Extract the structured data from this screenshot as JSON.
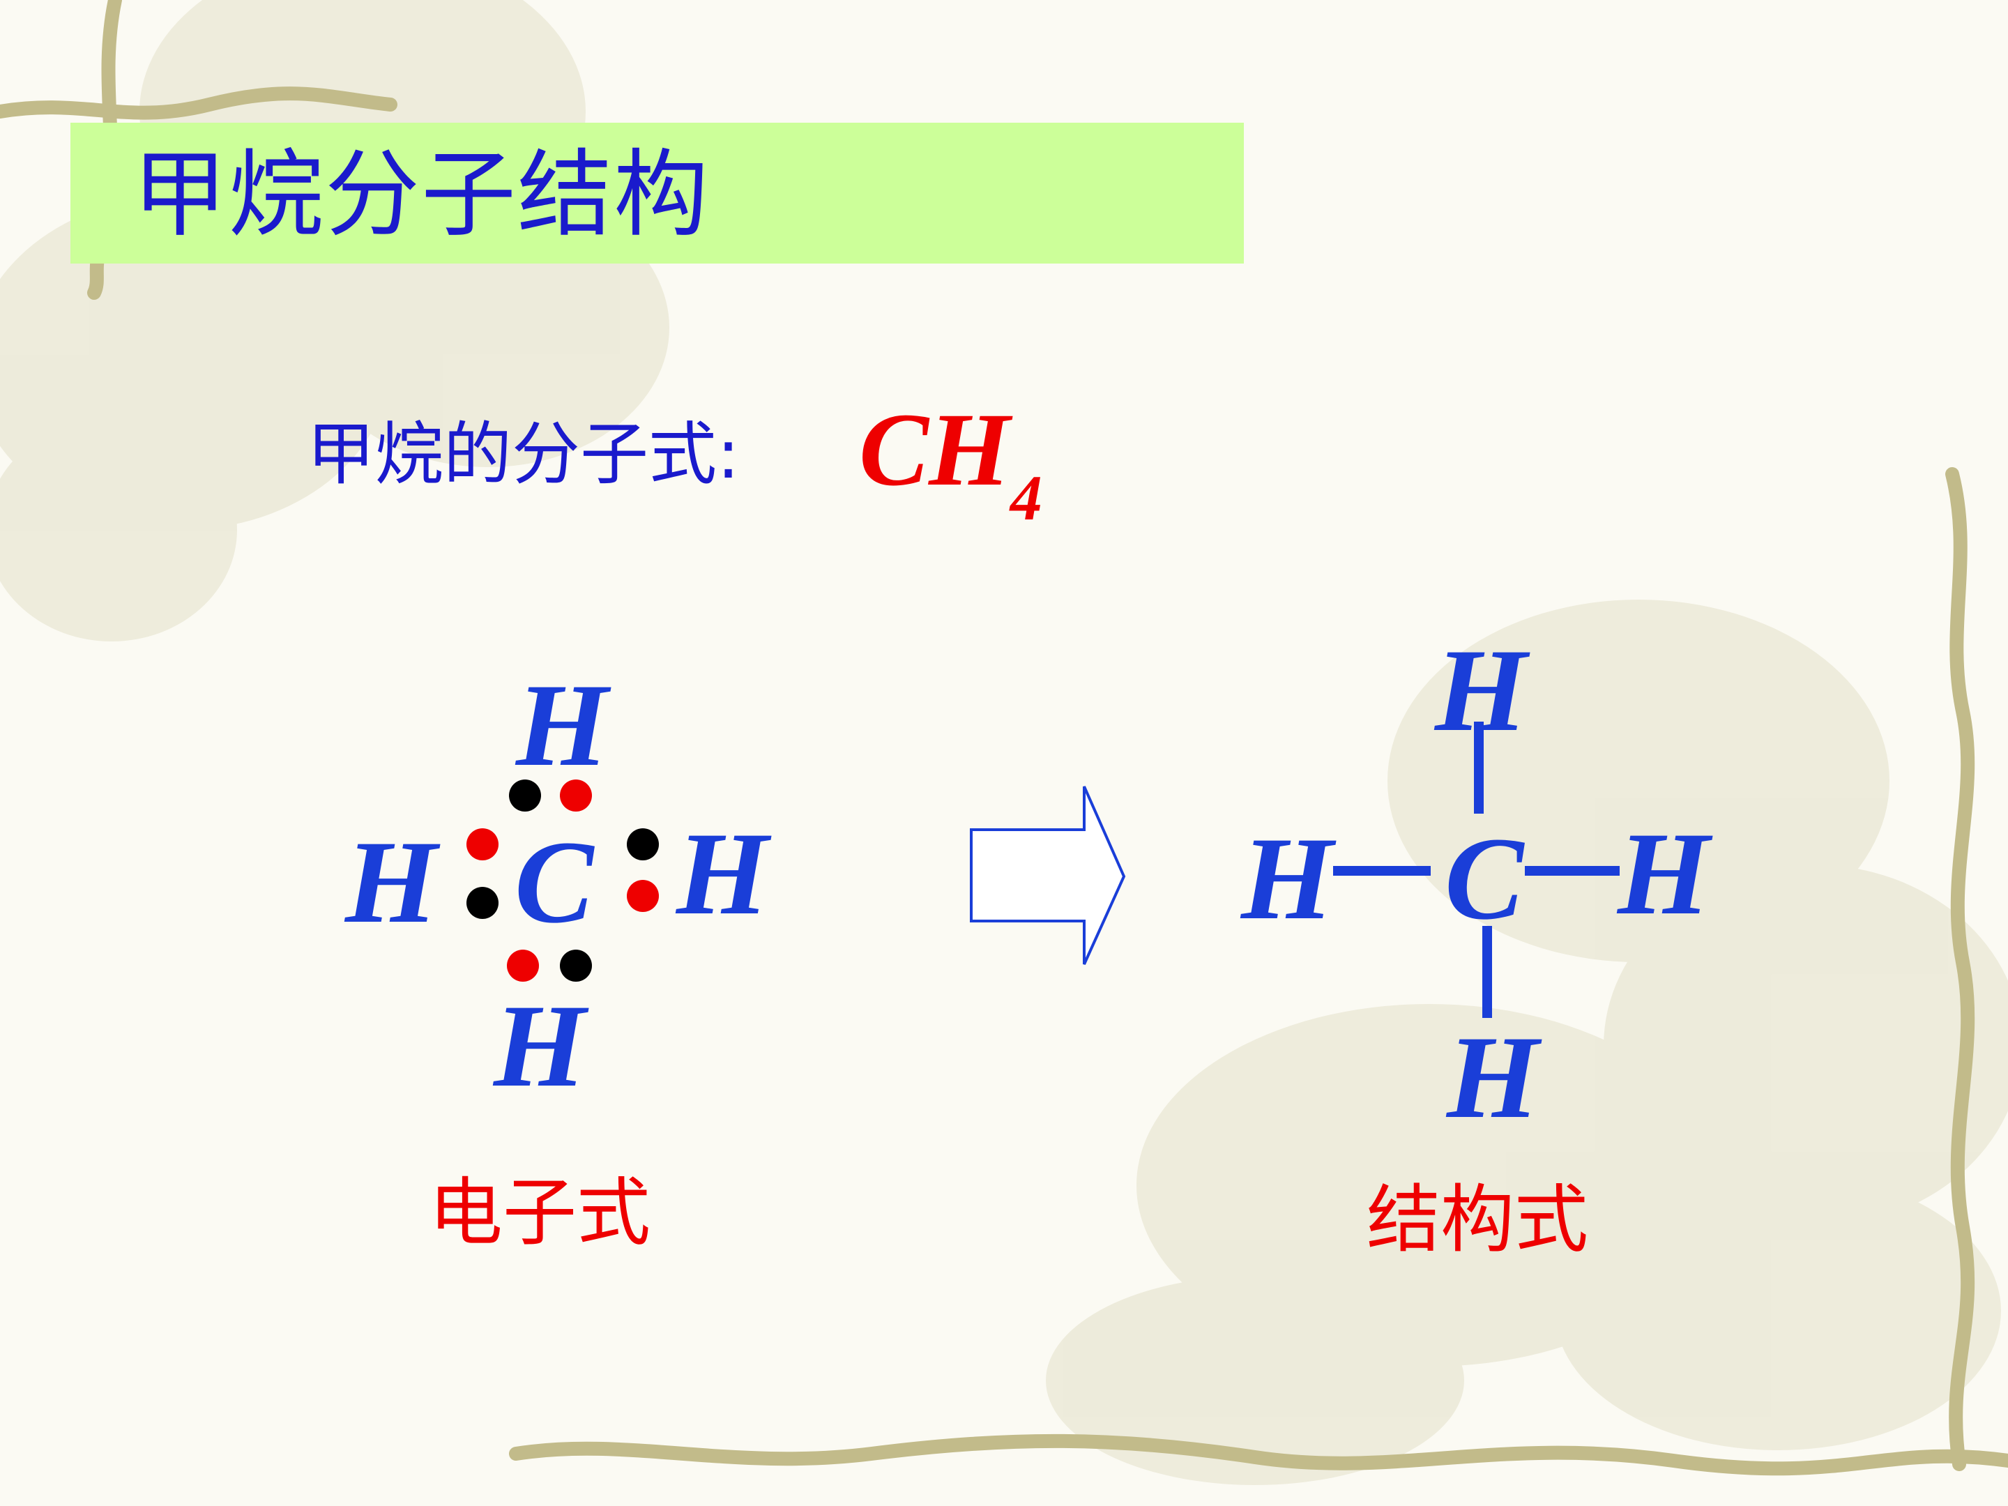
{
  "slide": {
    "title": "甲烷分子结构",
    "formula_label": "甲烷的分子式:",
    "formula_main": "CH",
    "formula_subscript": "4"
  },
  "electron_formula": {
    "caption": "电子式",
    "center_atom": "C",
    "atoms": {
      "top": "H",
      "left": "H",
      "right": "H",
      "bottom": "H"
    }
  },
  "structural_formula": {
    "caption": "结构式",
    "center_atom": "C",
    "atoms": {
      "top": "H",
      "left": "H",
      "right": "H",
      "bottom": "H"
    }
  },
  "colors": {
    "title_band": "#ccff99",
    "text_blue": "#1a1acc",
    "atom_blue": "#1a3ed8",
    "red": "#ee0000",
    "black": "#000000",
    "arrow_stroke": "#1a3ed8"
  },
  "icons": {
    "arrow": "hollow-right-arrow-icon"
  }
}
